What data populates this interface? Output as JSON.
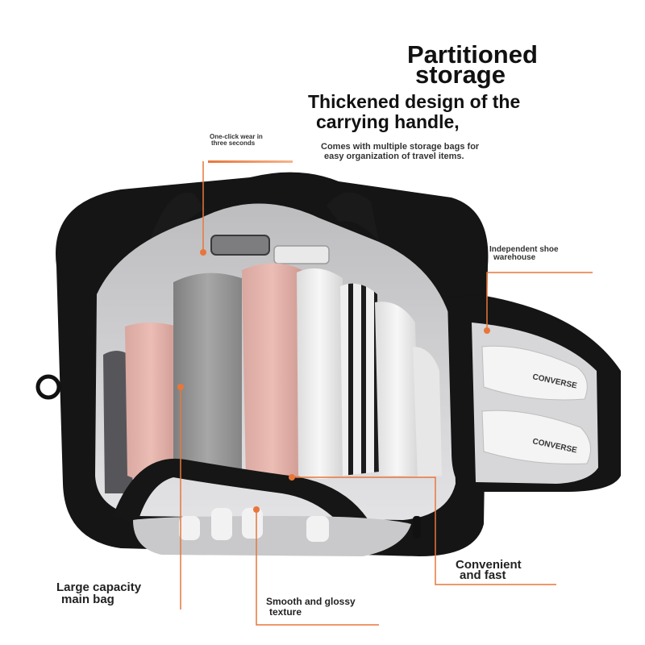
{
  "headline": {
    "line1": "Partitioned",
    "line2": "storage"
  },
  "subheadline": {
    "line1": "Thickened design of the",
    "line2": "carrying handle,"
  },
  "description": {
    "line1": "Comes with multiple storage bags for",
    "line2": "easy organization of travel items."
  },
  "callouts": {
    "one_click": {
      "line1": "One-click wear in",
      "line2": "three seconds"
    },
    "shoe": {
      "line1": "Independent shoe",
      "line2": "warehouse"
    },
    "convenient": {
      "line1": "Convenient",
      "line2": "and fast"
    },
    "large": {
      "line1": "Large capacity",
      "line2": "main bag"
    },
    "smooth": {
      "line1": "Smooth and glossy",
      "line2": "texture"
    }
  },
  "shoe_brand_text": "CONVERSE",
  "colors": {
    "accent": "#e8763a",
    "bag": "#151515",
    "lining": "#c9c9cb"
  }
}
